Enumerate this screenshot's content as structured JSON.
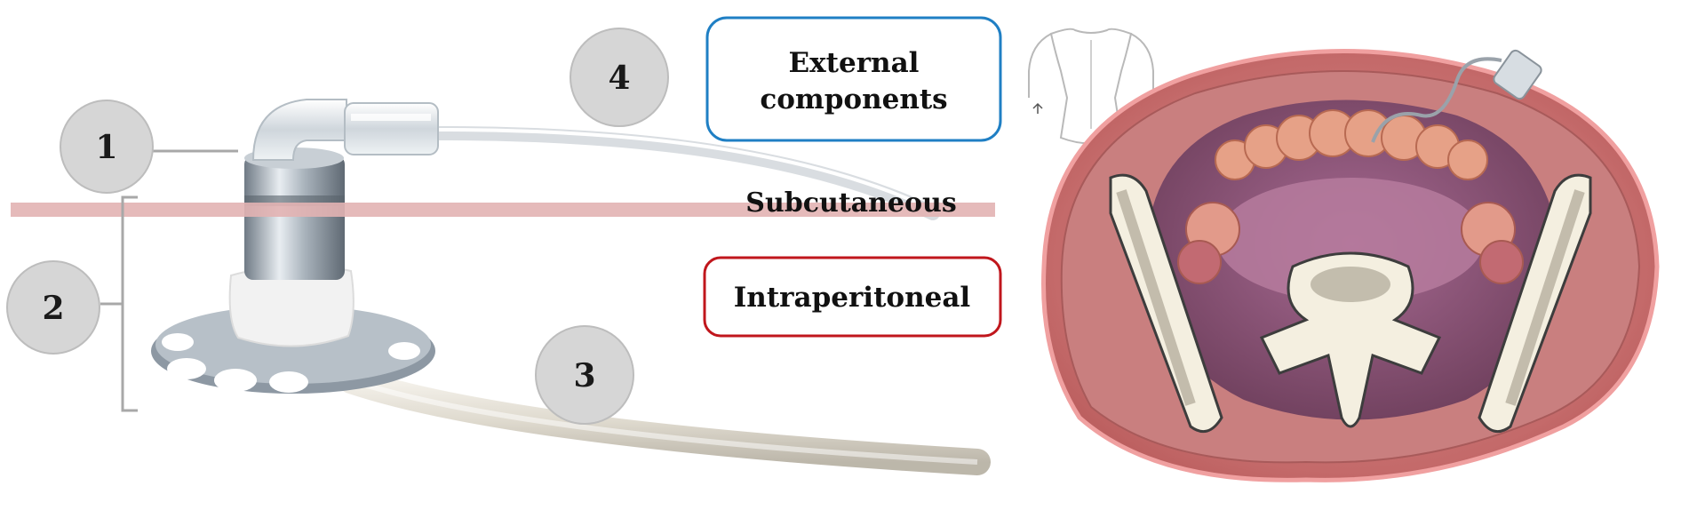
{
  "labels": {
    "n1": "1",
    "n2": "2",
    "n3": "3",
    "n4": "4"
  },
  "boxes": {
    "external_line1": "External",
    "external_line2": "components",
    "intraperitoneal": "Intraperitoneal"
  },
  "layers": {
    "subcutaneous": "Subcutaneous"
  },
  "colors": {
    "external_border": "#1f7fc4",
    "intraperitoneal_border": "#c0161c",
    "skin_band": "#e2b3b3",
    "label_circle": "#d6d6d6"
  }
}
